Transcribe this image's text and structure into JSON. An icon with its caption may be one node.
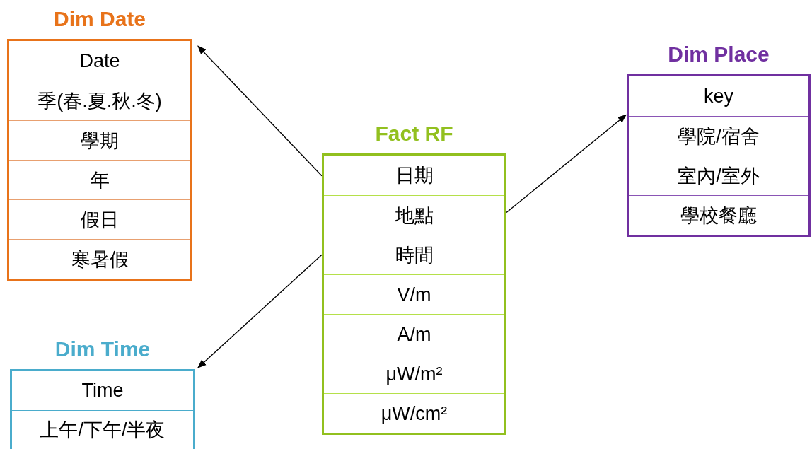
{
  "diagram": {
    "nodes": [
      {
        "text": [
          "Dim Date",
          "Date",
          "季(春.夏.秋.冬)",
          "學期",
          "年",
          "假日",
          "寒暑假"
        ]
      },
      {
        "text": [
          "Dim Place",
          "key",
          "學院/宿舍",
          "室內/室外",
          "學校餐廳"
        ]
      },
      {
        "text": [
          "Fact RF",
          "日期",
          "地點",
          "時間",
          "V/m",
          "A/m",
          "μW/m²",
          "μW/cm²"
        ]
      },
      {
        "text": [
          "Dim Time",
          "Time",
          "上午/下午/半夜"
        ]
      }
    ],
    "edges": [
      {
        "from": 2,
        "to": 0,
        "arrow": "to"
      },
      {
        "from": 2,
        "to": 1,
        "arrow": "to"
      },
      {
        "from": 2,
        "to": 3,
        "arrow": "to"
      }
    ]
  }
}
